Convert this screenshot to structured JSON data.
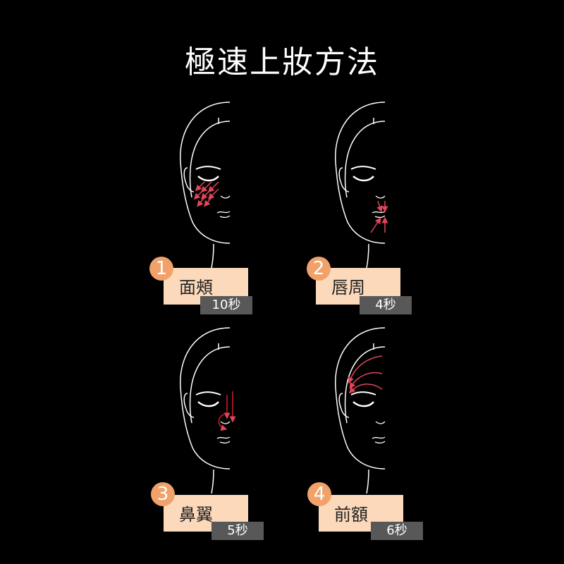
{
  "title": "極速上妝方法",
  "colors": {
    "background": "#000000",
    "label_bg": "#fcd9bb",
    "badge": "#f0a26a",
    "time_bg": "#585858",
    "arrow": "#e0455a",
    "line": "#ffffff"
  },
  "steps": [
    {
      "number": "1",
      "area": "面頰",
      "time": "10秒",
      "arrow_icon": "cheek-arrows"
    },
    {
      "number": "2",
      "area": "唇周",
      "time": "4秒",
      "arrow_icon": "lip-arrows"
    },
    {
      "number": "3",
      "area": "鼻翼",
      "time": "5秒",
      "arrow_icon": "nose-arrows"
    },
    {
      "number": "4",
      "area": "前額",
      "time": "6秒",
      "arrow_icon": "forehead-arrows"
    }
  ]
}
